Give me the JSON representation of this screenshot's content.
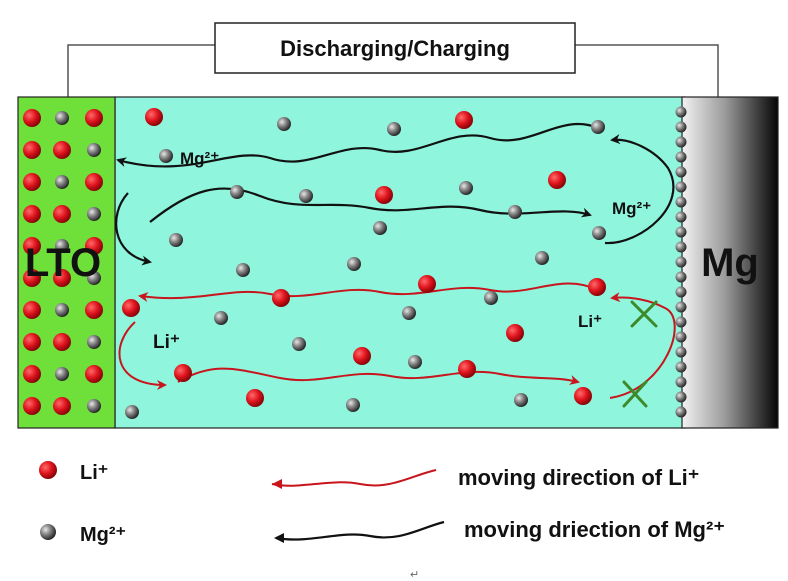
{
  "header": {
    "title": "Discharging/Charging"
  },
  "electrodes": {
    "left": "LTO",
    "right": "Mg"
  },
  "labels": {
    "mg_upper": "Mg²⁺",
    "mg_right": "Mg²⁺",
    "li_left": "Li⁺",
    "li_right": "Li⁺"
  },
  "legend": {
    "li_symbol": "Li⁺",
    "mg_symbol": "Mg²⁺",
    "li_direction": "moving direction of Li⁺",
    "mg_direction": "moving driection of Mg²⁺"
  },
  "colors": {
    "lto": "#6fe03a",
    "electrolyte": "#8ff5dc",
    "li": "#d8121c",
    "mg": "#606060",
    "li_path": "#c8141c",
    "mg_path": "#111111",
    "blocked": "#3d8a2a"
  },
  "page_mark": "↵"
}
